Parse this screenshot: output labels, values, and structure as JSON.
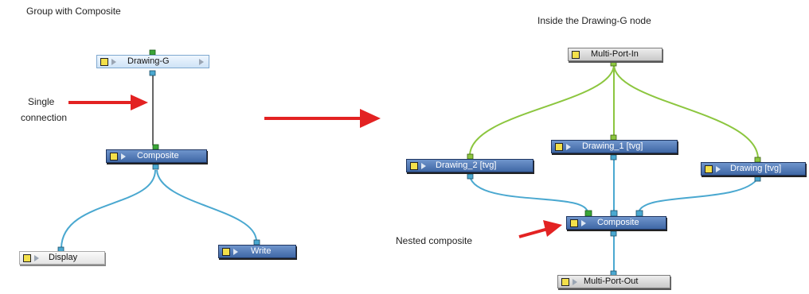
{
  "left_panel": {
    "title": "Group with Composite",
    "annotation_line1": "Single",
    "annotation_line2": "connection",
    "nodes": {
      "drawing_g": "Drawing-G",
      "composite": "Composite",
      "display": "Display",
      "write": "Write"
    }
  },
  "right_panel": {
    "title": "Inside the Drawing-G node",
    "annotation": "Nested composite",
    "nodes": {
      "multi_port_in": "Multi-Port-In",
      "drawing_1": "Drawing_1 [tvg]",
      "drawing_2": "Drawing_2 [tvg]",
      "drawing": "Drawing [tvg]",
      "composite": "Composite",
      "multi_port_out": "Multi-Port-Out"
    }
  },
  "colors": {
    "blue_wire": "#4aa8d0",
    "green_wire": "#8cc63f",
    "dark_wire": "#333333",
    "arrow": "#e32222",
    "node_blue": "#4a72b0",
    "port_green": "#3aa537",
    "port_blue": "#4aa8d0"
  }
}
